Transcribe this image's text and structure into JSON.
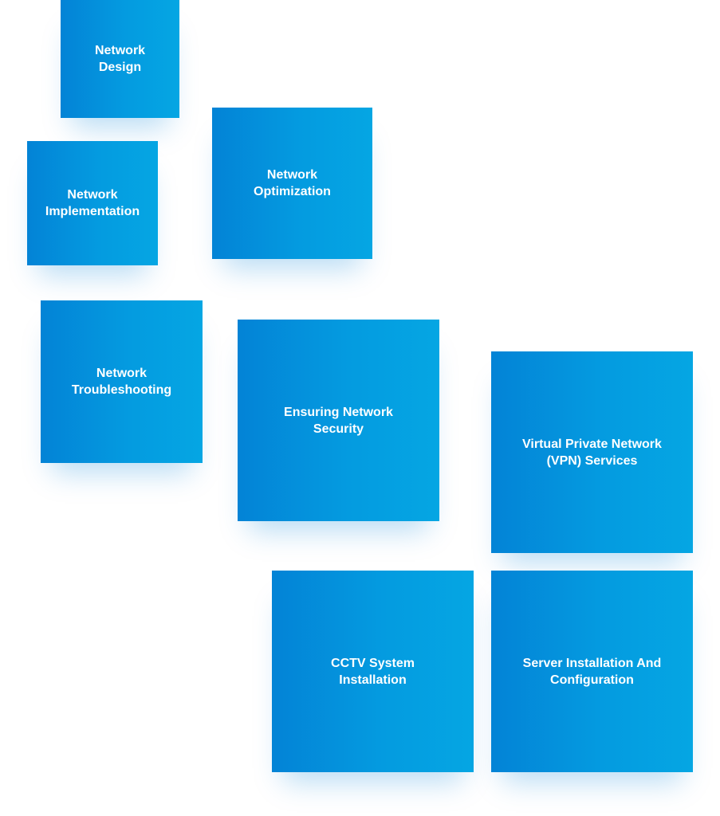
{
  "services": [
    {
      "id": "network-design",
      "label": "Network\nDesign"
    },
    {
      "id": "network-implementation",
      "label": "Network\nImplementation"
    },
    {
      "id": "network-optimization",
      "label": "Network\nOptimization"
    },
    {
      "id": "network-troubleshooting",
      "label": "Network\nTroubleshooting"
    },
    {
      "id": "ensuring-network-security",
      "label": "Ensuring Network\nSecurity"
    },
    {
      "id": "vpn-services",
      "label": "Virtual Private Network\n(VPN) Services"
    },
    {
      "id": "cctv-system-installation",
      "label": "CCTV System\nInstallation"
    },
    {
      "id": "server-installation-configuration",
      "label": "Server Installation And\nConfiguration"
    }
  ],
  "colors": {
    "tile_gradient_start": "#0383d6",
    "tile_gradient_end": "#05a6e3",
    "text": "#ffffff",
    "background": "#ffffff"
  }
}
